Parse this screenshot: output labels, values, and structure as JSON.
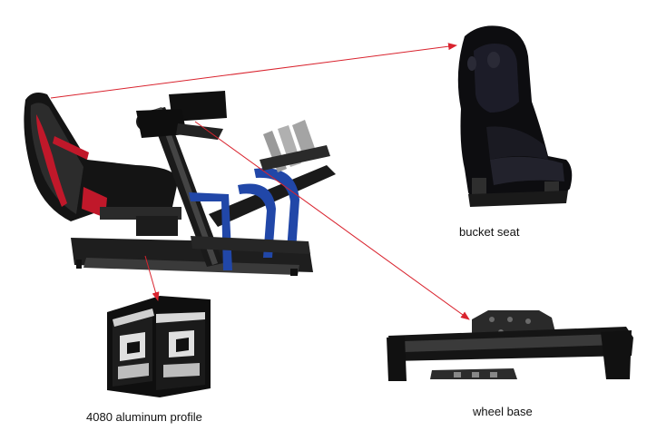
{
  "labels": {
    "bucket_seat": "bucket seat",
    "wheel_base": "wheel base",
    "profile": "4080 aluminum profile"
  },
  "colors": {
    "arrow": "#d9232e",
    "frame": "#1a1a1a",
    "accent_blue": "#2147a8",
    "seat_red": "#c0182a"
  },
  "parts": [
    "racing-cockpit",
    "bucket-seat",
    "wheel-base",
    "aluminum-profile"
  ]
}
